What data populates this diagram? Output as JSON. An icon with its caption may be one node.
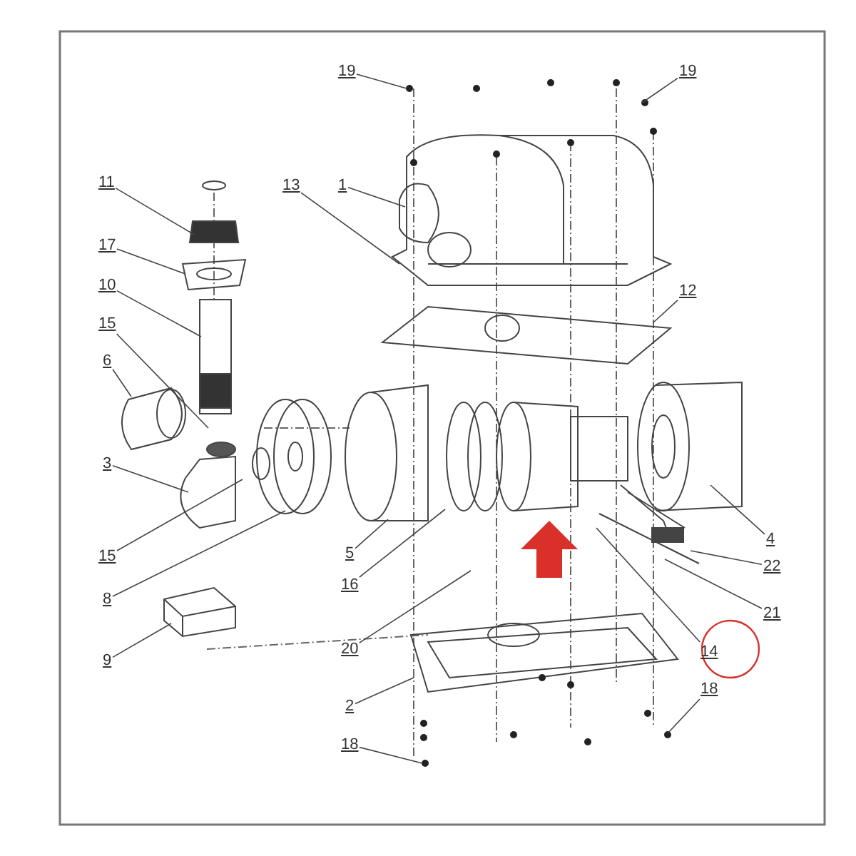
{
  "diagram": {
    "nodes": [
      {
        "text": [
          "19"
        ]
      },
      {
        "text": [
          "19"
        ]
      },
      {
        "text": [
          "11"
        ]
      },
      {
        "text": [
          "13"
        ]
      },
      {
        "text": [
          "1"
        ]
      },
      {
        "text": [
          "17"
        ]
      },
      {
        "text": [
          "10"
        ]
      },
      {
        "text": [
          "12"
        ]
      },
      {
        "text": [
          "15"
        ]
      },
      {
        "text": [
          "6"
        ]
      },
      {
        "text": [
          "3"
        ]
      },
      {
        "text": [
          "15"
        ]
      },
      {
        "text": [
          "8"
        ]
      },
      {
        "text": [
          "9"
        ]
      },
      {
        "text": [
          "5"
        ]
      },
      {
        "text": [
          "16"
        ]
      },
      {
        "text": [
          "20"
        ]
      },
      {
        "text": [
          "2"
        ]
      },
      {
        "text": [
          "18"
        ]
      },
      {
        "text": [
          "14"
        ]
      },
      {
        "text": [
          "18"
        ]
      },
      {
        "text": [
          "21"
        ]
      },
      {
        "text": [
          "22"
        ]
      },
      {
        "text": [
          "4"
        ]
      }
    ],
    "edges": [
      {
        "from": 0,
        "to": null,
        "arrow": "none"
      },
      {
        "from": 1,
        "to": null,
        "arrow": "none"
      },
      {
        "from": 2,
        "to": null,
        "arrow": "none"
      },
      {
        "from": 3,
        "to": null,
        "arrow": "none"
      },
      {
        "from": 4,
        "to": null,
        "arrow": "none"
      },
      {
        "from": 5,
        "to": null,
        "arrow": "none"
      },
      {
        "from": 6,
        "to": null,
        "arrow": "none"
      },
      {
        "from": 7,
        "to": null,
        "arrow": "none"
      },
      {
        "from": 8,
        "to": null,
        "arrow": "none"
      },
      {
        "from": 9,
        "to": null,
        "arrow": "none"
      },
      {
        "from": 10,
        "to": null,
        "arrow": "none"
      },
      {
        "from": 11,
        "to": null,
        "arrow": "none"
      },
      {
        "from": 12,
        "to": null,
        "arrow": "none"
      },
      {
        "from": 13,
        "to": null,
        "arrow": "none"
      },
      {
        "from": 14,
        "to": null,
        "arrow": "none"
      },
      {
        "from": 15,
        "to": null,
        "arrow": "none"
      },
      {
        "from": 16,
        "to": null,
        "arrow": "none"
      },
      {
        "from": 17,
        "to": null,
        "arrow": "none"
      },
      {
        "from": 18,
        "to": null,
        "arrow": "none"
      },
      {
        "from": 19,
        "to": null,
        "arrow": "none"
      },
      {
        "from": 20,
        "to": null,
        "arrow": "none"
      },
      {
        "from": 21,
        "to": null,
        "arrow": "none"
      },
      {
        "from": 22,
        "to": null,
        "arrow": "none"
      },
      {
        "from": 23,
        "to": null,
        "arrow": "none"
      }
    ]
  }
}
